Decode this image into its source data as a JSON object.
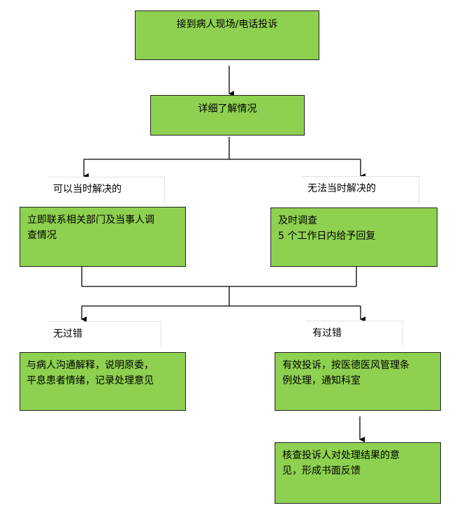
{
  "boxes": {
    "receive": "接到病人现场/电话投诉",
    "understand": "详细了解情况",
    "contact": {
      "line1": "立即联系相关部门及当事人调",
      "line2": "查情况"
    },
    "investigate": {
      "line1": "及时调查",
      "line2": "5 个工作日内给予回复"
    },
    "communicate": {
      "line1": "与病人沟通解释，说明原委，",
      "line2": "平息患者情绪，记录处理意见"
    },
    "handle": {
      "line1": "有效投诉，按医德医风管理条",
      "line2": "例处理，通知科室"
    },
    "verify": {
      "line1": "核查投诉人对处理结果的意",
      "line2": "见，形成书面反馈"
    }
  },
  "labels": {
    "can_solve": "可以当时解决的",
    "cannot_solve": "无法当时解决的",
    "no_fault": "无过错",
    "has_fault": "有过错"
  },
  "colors": {
    "box_fill": "#8ed04f",
    "box_border": "#222222",
    "line": "#000000"
  }
}
